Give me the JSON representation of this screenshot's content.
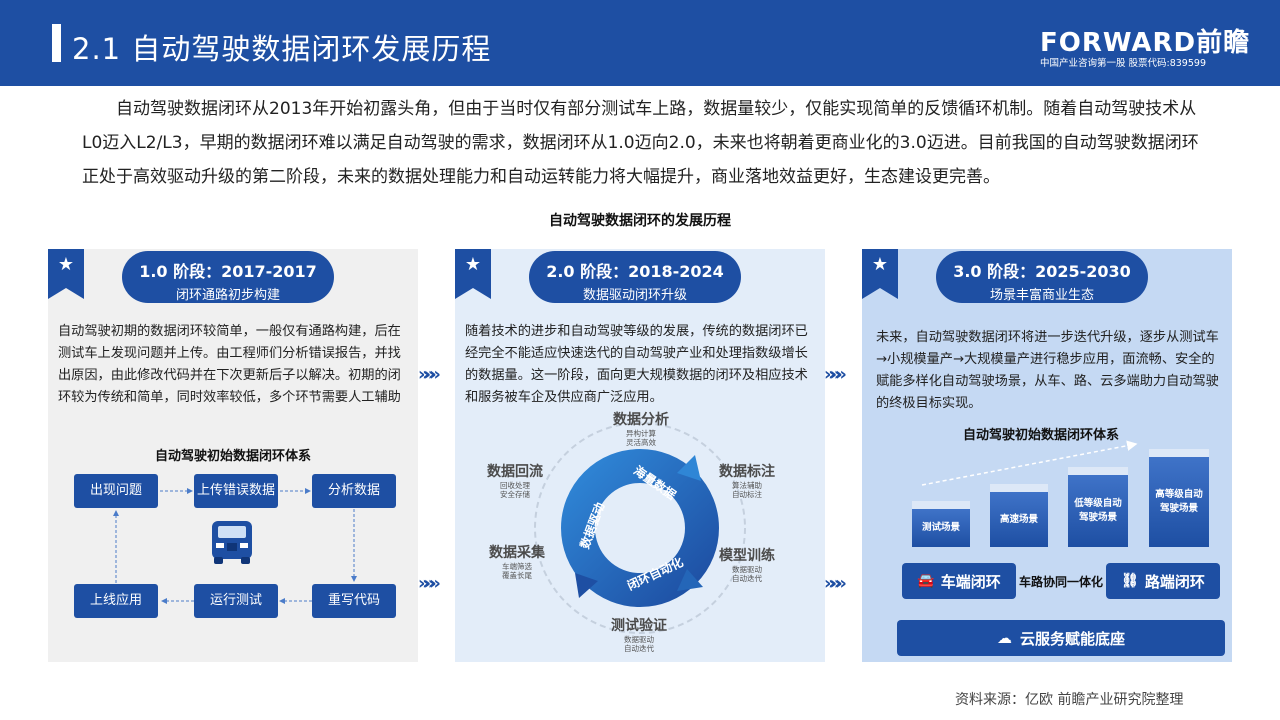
{
  "header": {
    "title": "2.1  自动驾驶数据闭环发展历程",
    "logo": "FORWARD前瞻",
    "logo_sub": "中国产业咨询第一股  股票代码:839599"
  },
  "intro": "自动驾驶数据闭环从2013年开始初露头角，但由于当时仅有部分测试车上路，数据量较少，仅能实现简单的反馈循环机制。随着自动驾驶技术从L0迈入L2/L3，早期的数据闭环难以满足自动驾驶的需求，数据闭环从1.0迈向2.0，未来也将朝着更商业化的3.0迈进。目前我国的自动驾驶数据闭环正处于高效驱动升级的第二阶段，未来的数据处理能力和自动运转能力将大幅提升，商业落地效益更好，生态建设更完善。",
  "diagram_title": "自动驾驶数据闭环的发展历程",
  "stages": [
    {
      "title": "1.0 阶段：2017-2017",
      "subtitle": "闭环通路初步构建",
      "text": "自动驾驶初期的数据闭环较简单，一般仅有通路构建，后在测试车上发现问题并上传。由工程师们分析错误报告，并找出原因，由此修改代码并在下次更新后子以解决。初期的闭环较为传统和简单，同时效率较低，多个环节需要人工辅助",
      "sub_title": "自动驾驶初始数据闭环体系",
      "flow": [
        "出现问题",
        "上传错误数据",
        "分析数据",
        "重写代码",
        "运行测试",
        "上线应用"
      ]
    },
    {
      "title": "2.0 阶段：2018-2024",
      "subtitle": "数据驱动闭环升级",
      "text": "随着技术的进步和自动驾驶等级的发展，传统的数据闭环已经完全不能适应快速迭代的自动驾驶产业和处理指数级增长的数据量。这一阶段，面向更大规模数据的闭环及相应技术和服务被车企及供应商广泛应用。",
      "ring": [
        "海量数据",
        "闭环自动化",
        "数据驱动"
      ],
      "cycle": [
        {
          "name": "数据分析",
          "notes": [
            "异构计算",
            "灵活高效"
          ]
        },
        {
          "name": "数据标注",
          "notes": [
            "算法辅助",
            "自动标注"
          ]
        },
        {
          "name": "模型训练",
          "notes": [
            "数据驱动",
            "自动迭代"
          ]
        },
        {
          "name": "测试验证",
          "notes": [
            "数据驱动",
            "自动迭代"
          ]
        },
        {
          "name": "数据采集",
          "notes": [
            "车端筛选",
            "覆盖长尾"
          ]
        },
        {
          "name": "数据回流",
          "notes": [
            "回收处理",
            "安全存储"
          ]
        }
      ]
    },
    {
      "title": "3.0 阶段：2025-2030",
      "subtitle": "场景丰富商业生态",
      "text": "未来，自动驾驶数据闭环将进一步迭代升级，逐步从测试车→小规模量产→大规模量产进行稳步应用，面流畅、安全的赋能多样化自动驾驶场景，从车、路、云多端助力自动驾驶的终极目标实现。",
      "sub_title": "自动驾驶初始数据闭环体系",
      "bars": [
        "测试场景",
        "高速场景",
        "低等级自动驾驶场景",
        "高等级自动驾驶场景"
      ],
      "vehicle_loop": "车端闭环",
      "link": "车路协同一体化",
      "road_loop": "路端闭环",
      "cloud": "云服务赋能底座"
    }
  ],
  "source": "资料来源：亿欧 前瞻产业研究院整理"
}
